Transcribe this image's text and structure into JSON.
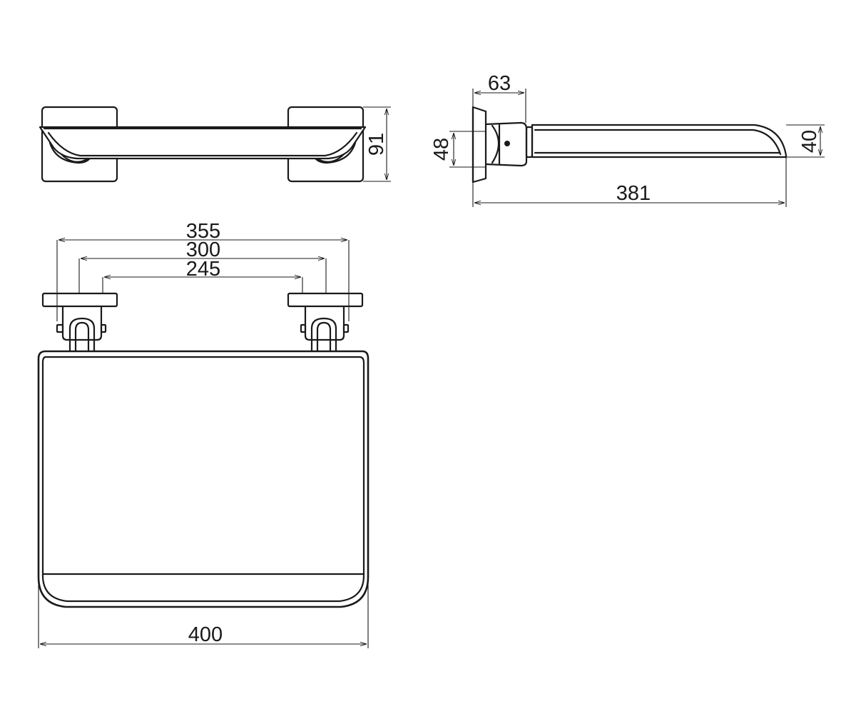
{
  "dimensions": {
    "top_view_height": "91",
    "side_view_depth": "63",
    "side_view_bracket_height": "48",
    "side_view_seat_thickness": "40",
    "side_view_length": "381",
    "front_view_width_outer": "355",
    "front_view_width_mid": "300",
    "front_view_width_inner": "245",
    "front_view_seat_width": "400"
  },
  "colors": {
    "line": "#1a1a1a",
    "background": "#ffffff"
  }
}
